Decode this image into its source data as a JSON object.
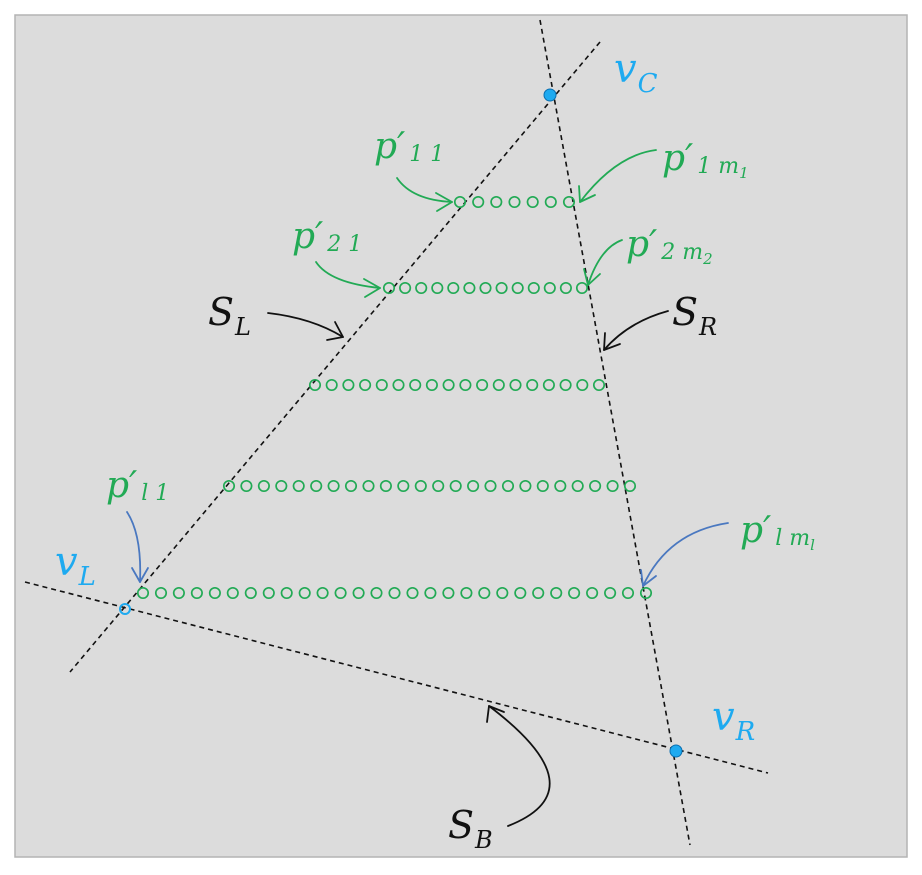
{
  "labels": {
    "vC": {
      "main": "v",
      "sub": "C"
    },
    "vL": {
      "main": "v",
      "sub": "L"
    },
    "vR": {
      "main": "v",
      "sub": "R"
    },
    "SL": {
      "main": "S",
      "sub": "L"
    },
    "SR": {
      "main": "S",
      "sub": "R"
    },
    "SB": {
      "main": "S",
      "sub": "B"
    },
    "p11": {
      "main": "p′",
      "sub": "1 1"
    },
    "p1m": {
      "main": "p′",
      "sub": "1 m",
      "subsub": "1"
    },
    "p21": {
      "main": "p′",
      "sub": "2 1"
    },
    "p2m": {
      "main": "p′",
      "sub": "2 m",
      "subsub": "2"
    },
    "pl1": {
      "main": "p′",
      "sub": "l 1"
    },
    "plm": {
      "main": "p′",
      "sub": "l m",
      "subsub": "l"
    }
  },
  "dot_rows": [
    {
      "row": "1",
      "count": 7
    },
    {
      "row": "2",
      "count": 13
    },
    {
      "row": "3",
      "count": 18
    },
    {
      "row": "4",
      "count": 24
    },
    {
      "row": "l",
      "count": 29
    }
  ],
  "colors": {
    "background": "#dcdcdc",
    "border": "#b4b4b4",
    "blue": "#1eaaf0",
    "green": "#22aa55",
    "black": "#111111",
    "arrow_blue": "#4a78c0"
  }
}
